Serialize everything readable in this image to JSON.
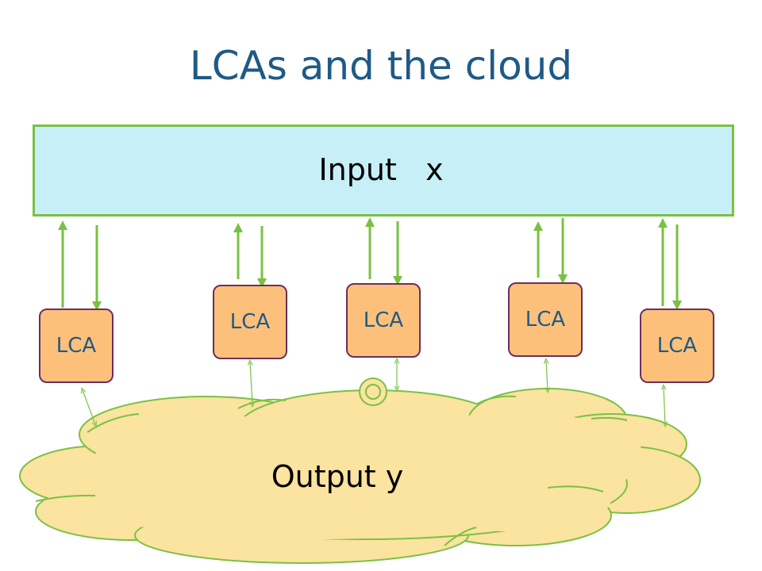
{
  "slide": {
    "title": "LCAs and the cloud",
    "input_label": "Input   x",
    "output_label": "Output y",
    "lca_label": "LCA"
  },
  "colors": {
    "title": "#1f5a86",
    "input_fill": "#c7eff7",
    "arrow_green": "#7ac143",
    "lca_fill": "#fdc07b",
    "lca_border": "#6b2f5e",
    "cloud_fill": "#fbe3a0",
    "cloud_outline": "#7ac143"
  },
  "lcas": [
    {
      "label": "LCA"
    },
    {
      "label": "LCA"
    },
    {
      "label": "LCA"
    },
    {
      "label": "LCA"
    },
    {
      "label": "LCA"
    }
  ]
}
